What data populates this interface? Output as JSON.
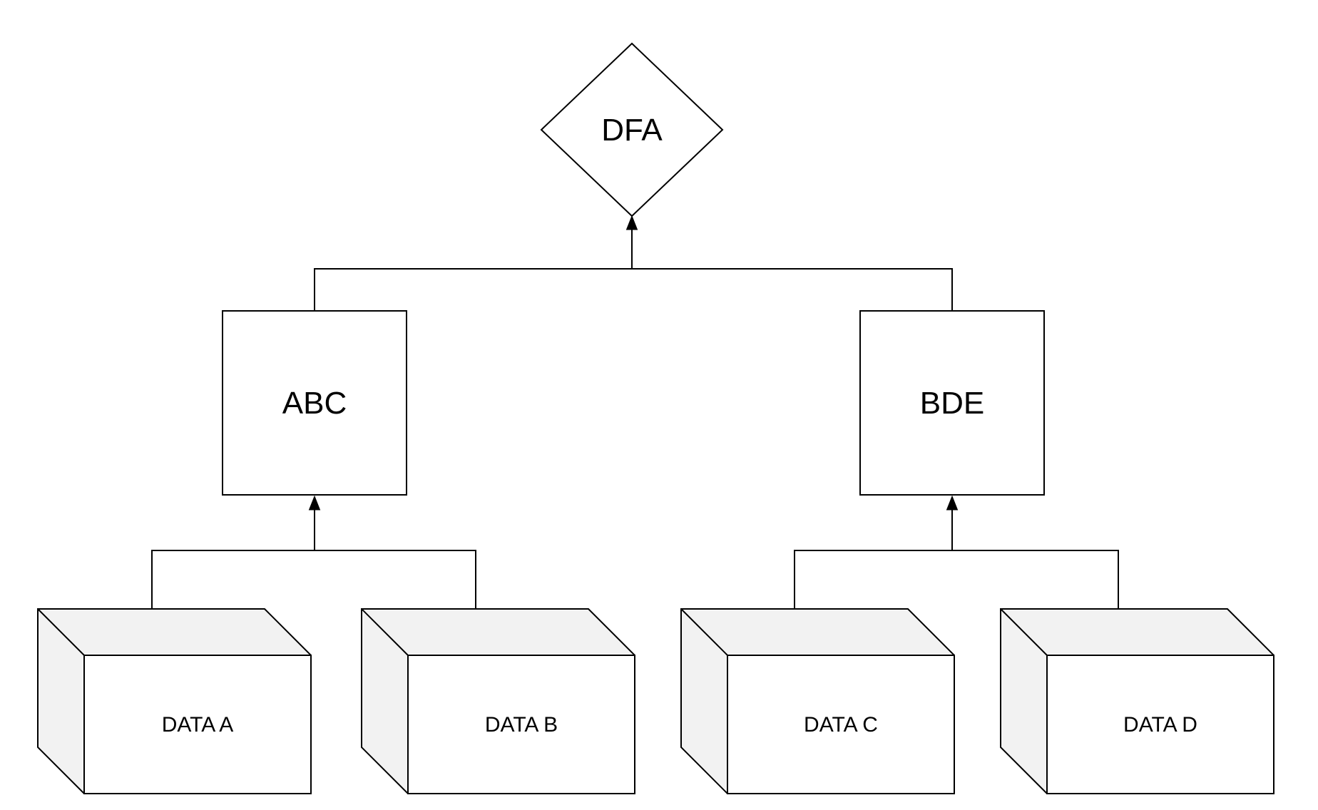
{
  "diagram": {
    "nodes": {
      "dfa": {
        "label": "DFA",
        "shape": "diamond"
      },
      "abc": {
        "label": "ABC",
        "shape": "rectangle"
      },
      "bde": {
        "label": "BDE",
        "shape": "rectangle"
      },
      "data_a": {
        "label": "DATA A",
        "shape": "cube"
      },
      "data_b": {
        "label": "DATA B",
        "shape": "cube"
      },
      "data_c": {
        "label": "DATA C",
        "shape": "cube"
      },
      "data_d": {
        "label": "DATA D",
        "shape": "cube"
      },
      "edges": "DATA A,DATA B -> ABC; DATA C,DATA D -> BDE; ABC,BDE -> DFA"
    },
    "colors": {
      "background": "#ffffff",
      "stroke": "#000000",
      "front_fill": "#ffffff",
      "face_shade": "#f2f2f2"
    }
  }
}
